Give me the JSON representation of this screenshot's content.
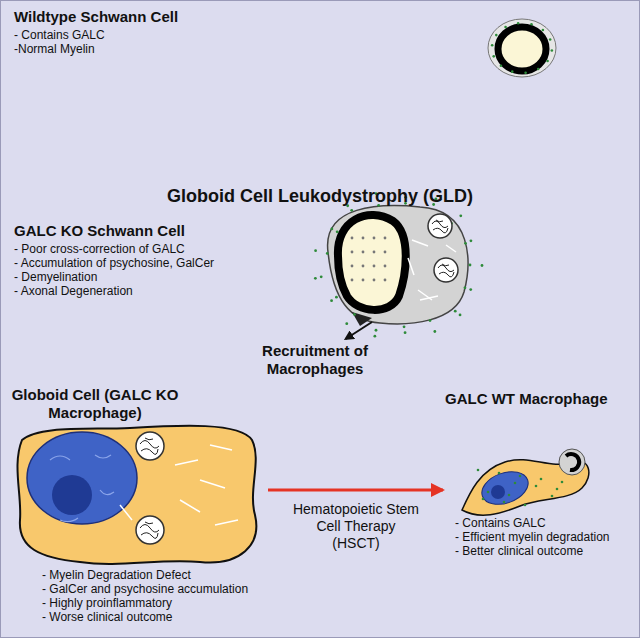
{
  "diagram": {
    "title": "Globoid Cell Leukodystrophy (GLD)",
    "nodes": [
      {
        "text": [
          "Wildtype Schwann Cell",
          "- Contains GALC",
          "-Normal Myelin"
        ]
      },
      {
        "text": [
          "GALC KO Schwann Cell",
          "- Poor cross-correction of GALC",
          "- Accumulation of psychosine, GalCer",
          "- Demyelination",
          "- Axonal Degeneration"
        ]
      },
      {
        "text": [
          "Recruitment of Macrophages"
        ]
      },
      {
        "text": [
          "Globoid Cell (GALC KO Macrophage)",
          "- Myelin Degradation Defect",
          "- GalCer and psychosine accumulation",
          "- Highly proinflammatory",
          "- Worse clinical outcome"
        ]
      },
      {
        "text": [
          "GALC WT Macrophage",
          "- Contains GALC",
          "- Efficient myelin degradation",
          "- Better clinical outcome"
        ]
      }
    ],
    "edges": [
      {
        "from": 1,
        "to": 2,
        "arrow": "to"
      },
      {
        "from": 3,
        "to": 4,
        "label": "Hematopoietic Stem Cell Therapy (HSCT)",
        "arrow": "to"
      }
    ]
  }
}
